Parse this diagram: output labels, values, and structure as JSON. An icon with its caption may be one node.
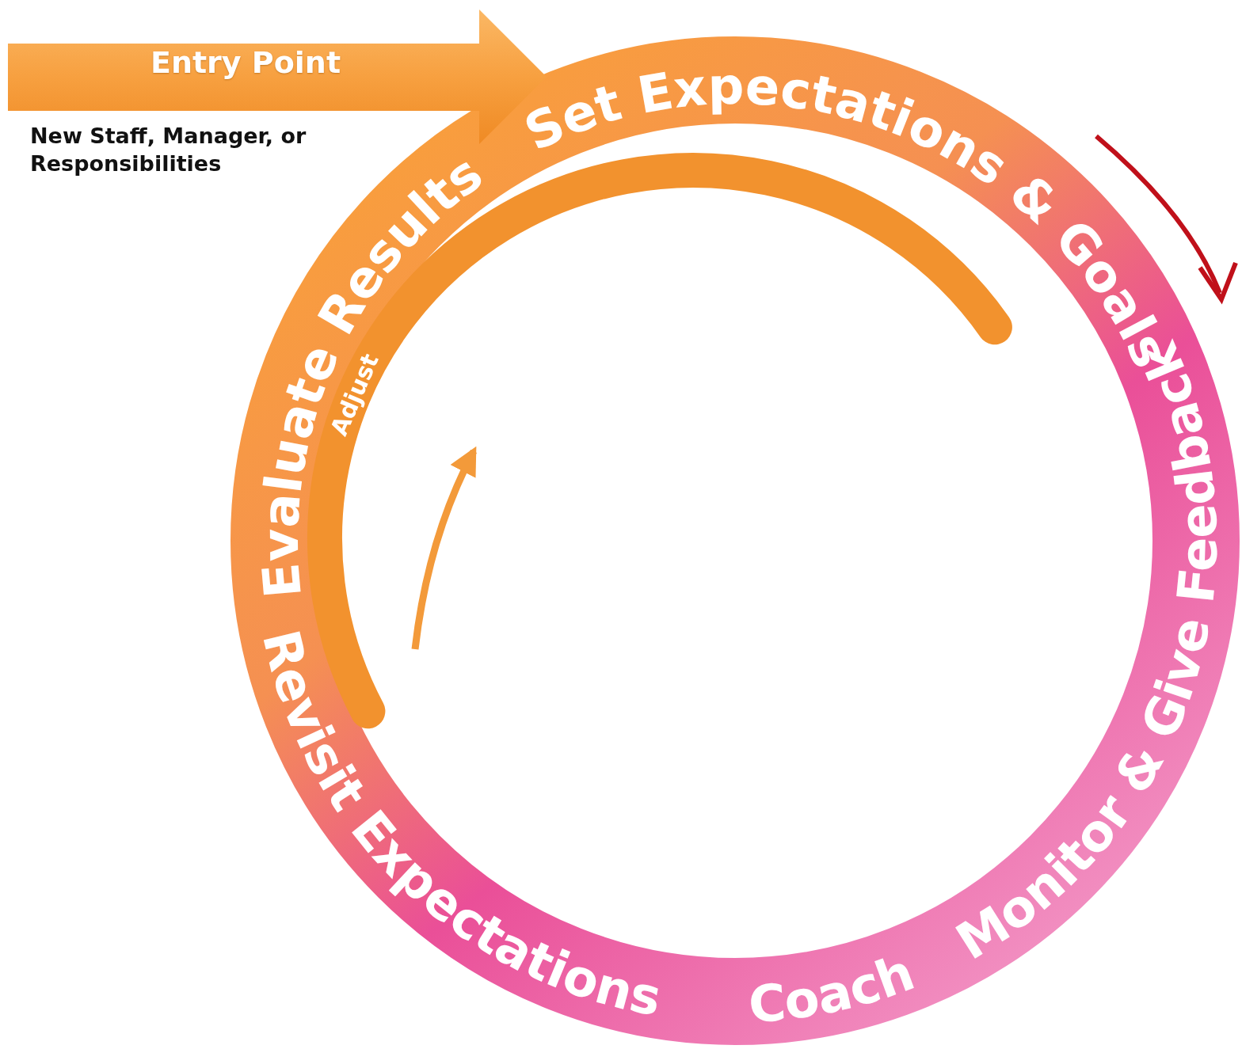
{
  "diagram": {
    "nodes": [
      {
        "text": [
          "Entry Point"
        ],
        "beside": [
          "New Staff, Manager, or Responsibilities"
        ]
      },
      {
        "text": [
          "Set Expectations & Goals",
          "Monitor & Give Feedback",
          "Coach",
          "Revisit Expectations",
          "Evaluate Results"
        ]
      }
    ],
    "edges": [],
    "labels": [
      "Adjust"
    ]
  }
}
